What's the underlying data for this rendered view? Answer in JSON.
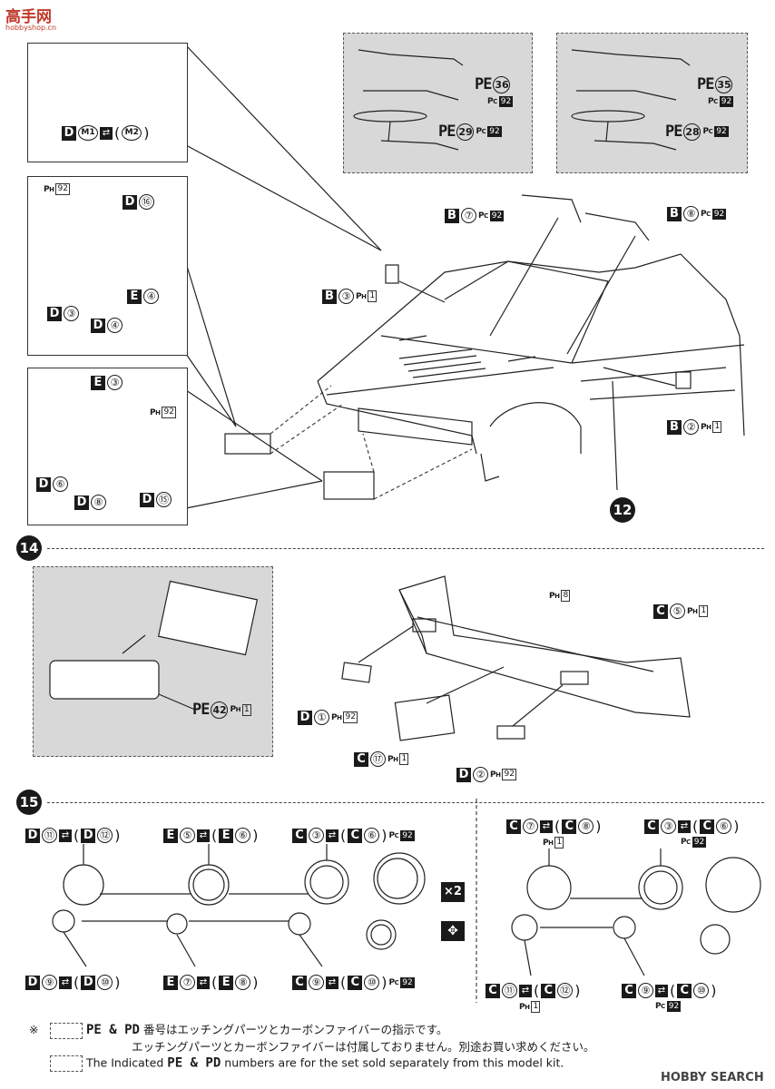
{
  "logos": {
    "top_left": "高手网",
    "top_left_sub": "hobbyshop.cn",
    "bottom_right": "HOBBY SEARCH"
  },
  "steps": {
    "s12": "12",
    "s14": "14",
    "s15": "15"
  },
  "parts": {
    "mirror_box": {
      "a": "D",
      "b": "M1",
      "c": "M2"
    },
    "upper_light": {
      "ph": "92",
      "d16": "⑯",
      "d3": "③",
      "d4": "④",
      "e4": "④"
    },
    "lower_light": {
      "e3": "③",
      "ph": "92",
      "d6": "⑥",
      "d8": "⑧",
      "d15": "⑮"
    },
    "pe36": {
      "label": "PE",
      "no": "36",
      "pc": "92"
    },
    "pe29": {
      "label": "PE",
      "no": "29",
      "pc": "92"
    },
    "pe35": {
      "label": "PE",
      "no": "35",
      "pc": "92"
    },
    "pe28": {
      "label": "PE",
      "no": "28",
      "pc": "92"
    },
    "b7": {
      "letter": "B",
      "no": "⑦",
      "pc": "92"
    },
    "b8": {
      "letter": "B",
      "no": "⑧",
      "pc": "92"
    },
    "b3": {
      "letter": "B",
      "no": "③",
      "ph": "1"
    },
    "b2": {
      "letter": "B",
      "no": "②",
      "ph": "1"
    },
    "pe42": {
      "label": "PE",
      "no": "42",
      "ph": "1"
    },
    "ph8": "8",
    "c5": {
      "letter": "C",
      "no": "⑤",
      "ph": "1"
    },
    "d1": {
      "letter": "D",
      "no": "①",
      "ph": "92"
    },
    "c17": {
      "letter": "C",
      "no": "⑰",
      "ph": "1"
    },
    "d2": {
      "letter": "D",
      "no": "②",
      "ph": "92"
    },
    "s15_d11": "⑪",
    "s15_d12": "⑫",
    "s15_e5": "⑤",
    "s15_e6": "⑥",
    "s15_c3": "③",
    "s15_c6": "⑥",
    "s15_c3_pc": "92",
    "s15_d9": "⑨",
    "s15_d10": "⑩",
    "s15_e7": "⑦",
    "s15_e8": "⑧",
    "s15_c9": "⑨",
    "s15_c10": "⑩",
    "s15_c9_pc": "92",
    "x2": "×2",
    "r_c7": "⑦",
    "r_c8": "⑧",
    "r_c7_ph": "1",
    "r_c3": "③",
    "r_c6": "⑥",
    "r_c3_pc": "92",
    "r_c11": "⑪",
    "r_c12": "⑫",
    "r_c11_ph": "1",
    "r_c9": "⑨",
    "r_c10": "⑩",
    "r_c9_pc": "92"
  },
  "notes": {
    "mark": "※",
    "line1_pre": "PE & PD",
    "line1": "番号はエッチングパーツとカーボンファイバーの指示です。",
    "line2": "エッチングパーツとカーボンファイバーは付属しておりません。別途お買い求めください。",
    "line3_pre": "The Indicated",
    "line3_pe": "PE & PD",
    "line3": "numbers are for the set sold separately from this model kit."
  }
}
